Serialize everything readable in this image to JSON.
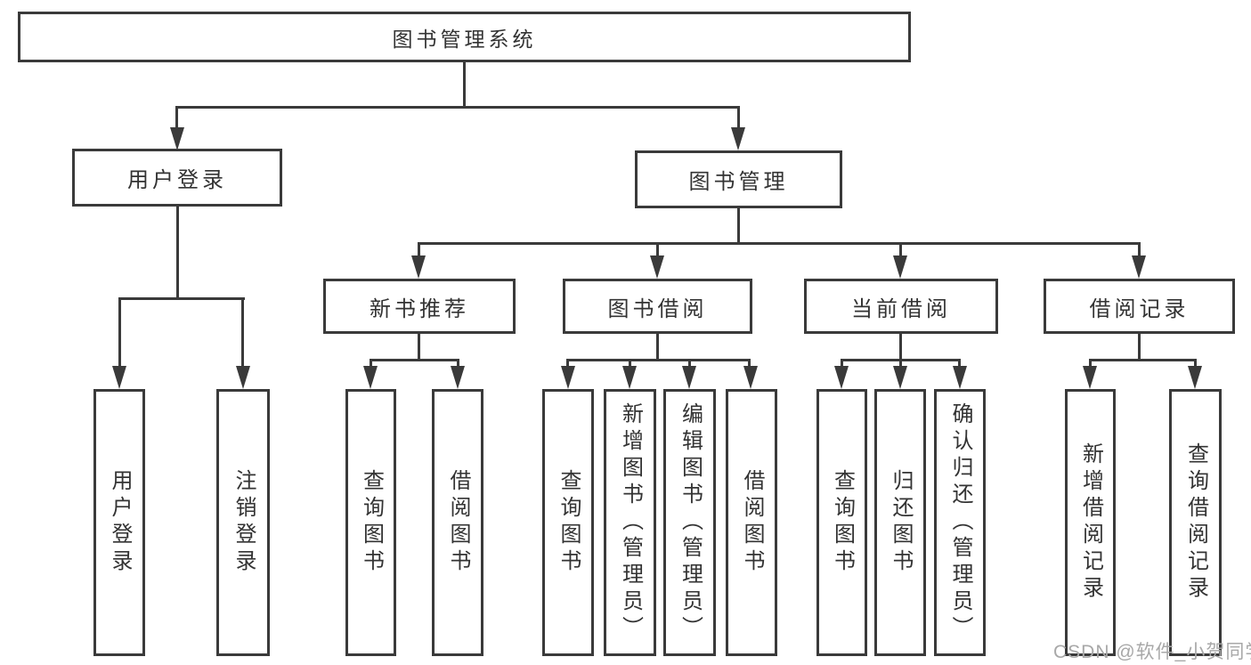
{
  "diagram_title": "图书管理系统",
  "nodes": {
    "root": "图书管理系统",
    "user_login": "用户登录",
    "book_mgmt": "图书管理",
    "new_book_rec": "新书推荐",
    "book_borrow": "图书借阅",
    "current_borrow": "当前借阅",
    "borrow_records": "借阅记录"
  },
  "leaves": {
    "user_login_1": "用户登录",
    "user_login_2": "注销登录",
    "new_book_rec_1": "查询图书",
    "new_book_rec_2": "借阅图书",
    "book_borrow_1": "查询图书",
    "book_borrow_2": "新增图书（管理员）",
    "book_borrow_3": "编辑图书（管理员）",
    "book_borrow_4": "借阅图书",
    "current_borrow_1": "查询图书",
    "current_borrow_2": "归还图书",
    "current_borrow_3": "确认归还（管理员）",
    "borrow_records_1": "新增借阅记录",
    "borrow_records_2": "查询借阅记录"
  },
  "watermark": "CSDN @软件_小贺同学",
  "colors": {
    "line": "#3a3a3a",
    "text": "#333333",
    "box_fill": "#ffffff",
    "watermark": "#a8a8a8",
    "background": "#ffffff"
  }
}
